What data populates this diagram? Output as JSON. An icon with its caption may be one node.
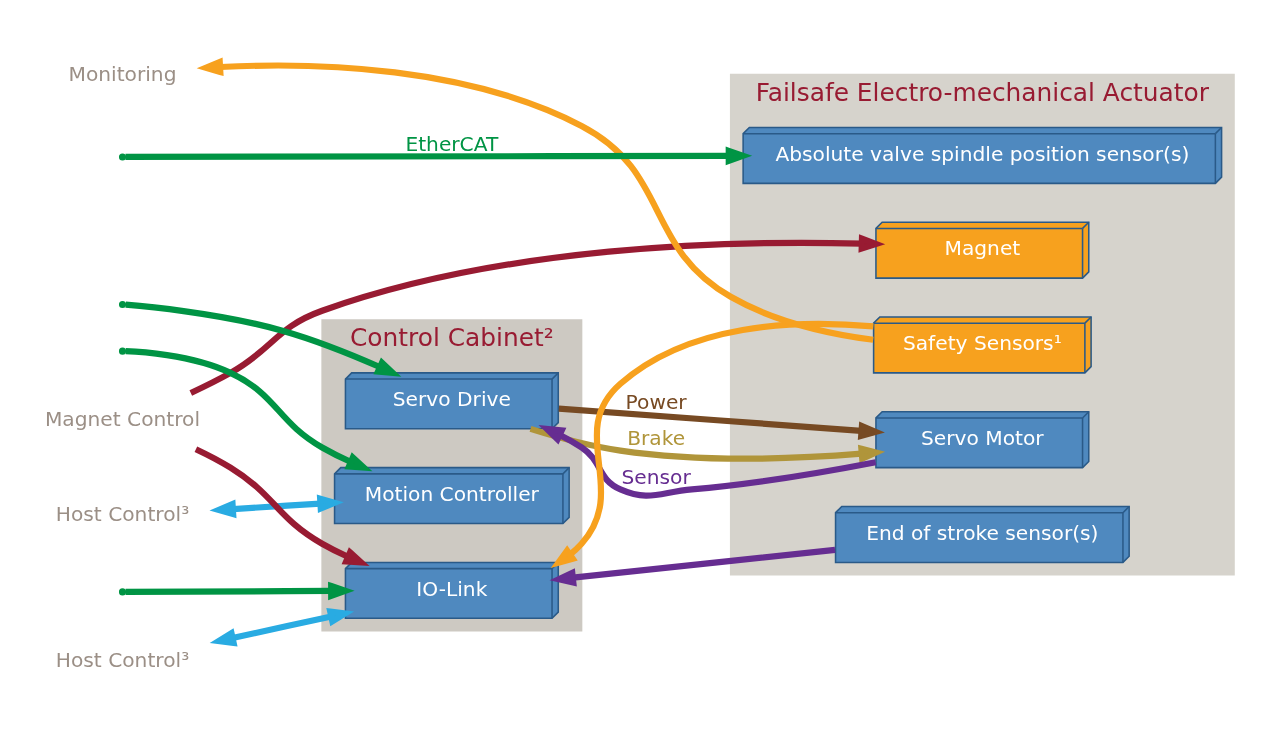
{
  "diagram": {
    "nodes": [
      {
        "text": [
          "Control Cabinet²"
        ]
      },
      {
        "text": [
          "Motion Controller"
        ],
        "in": 0
      },
      {
        "text": [
          "Servo Drive"
        ],
        "in": 0
      },
      {
        "text": [
          "IO-Link"
        ],
        "in": 0
      },
      {
        "text": [
          "Failsafe Electro-mechanical Actuator"
        ]
      },
      {
        "text": [
          "Servo Motor"
        ],
        "in": 4
      },
      {
        "text": [
          "Absolute valve spindle position sensor(s)"
        ],
        "in": 4
      },
      {
        "text": [
          "End of stroke sensor(s)"
        ],
        "in": 4
      },
      {
        "text": [
          "Magnet"
        ],
        "in": 4
      },
      {
        "text": [
          "Safety Sensors¹"
        ],
        "in": 4
      },
      {
        "text": [
          "Host Control³"
        ]
      },
      {
        "text": [
          "Host Control³"
        ]
      },
      {
        "text": [
          "Magnet Control"
        ]
      },
      {
        "text": [
          "Monitoring"
        ]
      }
    ],
    "edges": [
      {
        "from": 10,
        "to": 1,
        "arrow": "both",
        "color": "#29abe2"
      },
      {
        "from": 2,
        "to": 5,
        "arrow": "to",
        "label": "Power",
        "color": "#774a23"
      },
      {
        "from": 2,
        "to": 5,
        "arrow": "to",
        "label": "Brake",
        "color": "#b0953a"
      },
      {
        "from": 5,
        "to": 2,
        "arrow": "to",
        "label": "Sensor",
        "color": "#662d91"
      },
      {
        "from": null,
        "to": 1,
        "arrow": "to",
        "color": "#009444"
      },
      {
        "from": null,
        "to": 2,
        "arrow": "to",
        "color": "#009444"
      },
      {
        "from": null,
        "to": 6,
        "arrow": "to",
        "label": "EtherCAT",
        "color": "#009444"
      },
      {
        "from": null,
        "to": 3,
        "arrow": "to",
        "color": "#009444"
      },
      {
        "from": 11,
        "to": 3,
        "arrow": "both",
        "color": "#29abe2"
      },
      {
        "from": 7,
        "to": 3,
        "arrow": "to",
        "color": "#662d91"
      },
      {
        "from": 12,
        "to": 3,
        "arrow": "to",
        "color": "#981b32"
      },
      {
        "from": 12,
        "to": 8,
        "arrow": "to",
        "color": "#981b32"
      },
      {
        "from": 9,
        "to": 3,
        "arrow": "to",
        "color": "#f7a11e"
      },
      {
        "from": 9,
        "to": 13,
        "arrow": "to",
        "color": "#f7a11e"
      }
    ]
  }
}
